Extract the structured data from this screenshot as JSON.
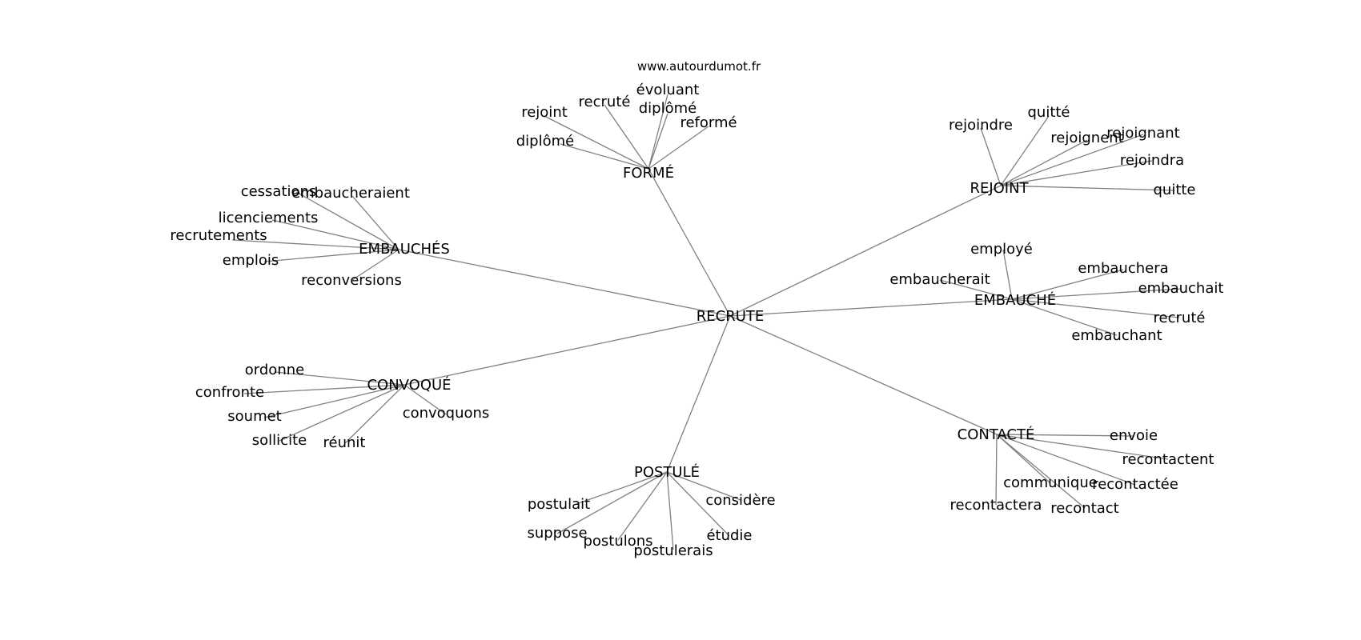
{
  "source_text": "www.autourdumot.fr",
  "center": {
    "label": "RECRUTE"
  },
  "clusters": [
    {
      "hub": "FORMÉ",
      "leaves": [
        "rejoint",
        "recruté",
        "évoluant",
        "diplômé",
        "reformé",
        "diplômé"
      ]
    },
    {
      "hub": "REJOINT",
      "leaves": [
        "rejoindre",
        "quitté",
        "rejoignent",
        "rejoignant",
        "rejoindra",
        "quitte"
      ]
    },
    {
      "hub": "EMBAUCHÉS",
      "leaves": [
        "cessations",
        "embaucheraient",
        "licenciements",
        "recrutements",
        "emplois",
        "reconversions"
      ]
    },
    {
      "hub": "EMBAUCHÉ",
      "leaves": [
        "employé",
        "embaucherait",
        "embauchera",
        "embauchait",
        "recruté",
        "embauchant"
      ]
    },
    {
      "hub": "CONVOQUÉ",
      "leaves": [
        "ordonne",
        "confronte",
        "soumet",
        "sollicite",
        "réunit",
        "convoquons"
      ]
    },
    {
      "hub": "CONTACTÉ",
      "leaves": [
        "envoie",
        "recontactent",
        "communique",
        "recontactée",
        "recontactera",
        "recontact"
      ]
    },
    {
      "hub": "POSTULÉ",
      "leaves": [
        "postulait",
        "considère",
        "suppose",
        "postulons",
        "étudie",
        "postulerais"
      ]
    }
  ]
}
